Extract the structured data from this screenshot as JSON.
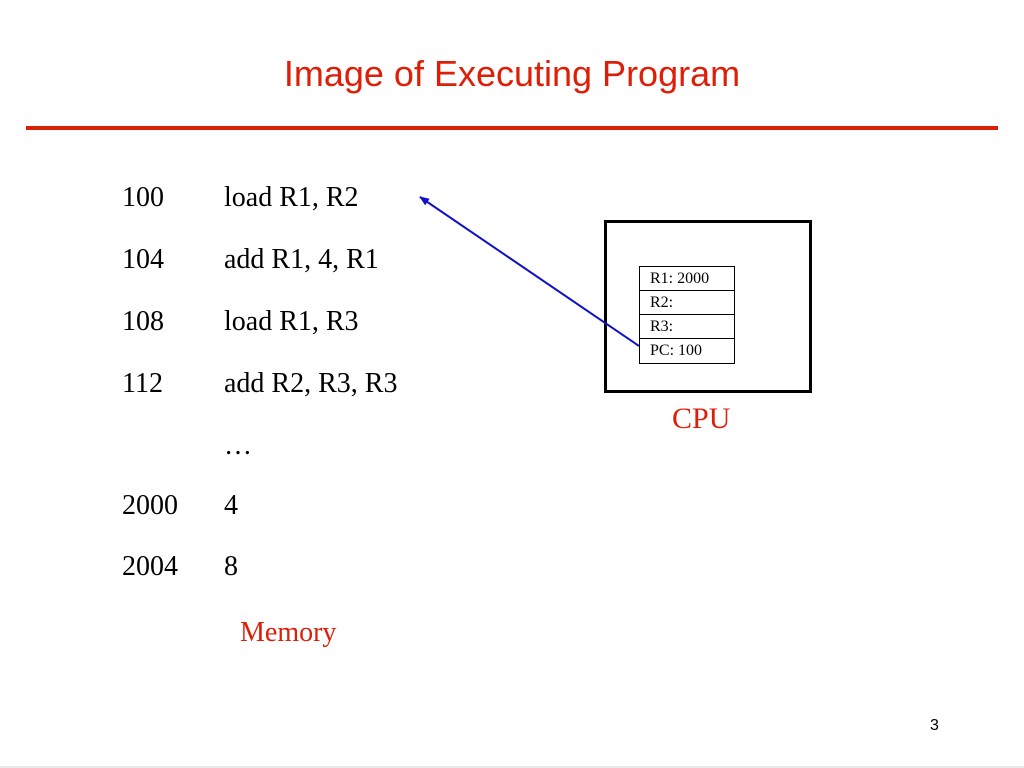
{
  "slide": {
    "title": "Image of Executing Program",
    "page_number": "3"
  },
  "memory": {
    "rows": [
      {
        "address": "100",
        "value": "load R1, R2"
      },
      {
        "address": "104",
        "value": "add R1, 4, R1"
      },
      {
        "address": "108",
        "value": "load R1, R3"
      },
      {
        "address": "112",
        "value": "add R2, R3, R3"
      },
      {
        "address": "",
        "value": "…"
      },
      {
        "address": "2000",
        "value": "4"
      },
      {
        "address": "2004",
        "value": "8"
      }
    ],
    "label": "Memory"
  },
  "cpu": {
    "label": "CPU",
    "registers": [
      "R1: 2000",
      "R2:",
      "R3:",
      "PC: 100"
    ]
  },
  "colors": {
    "accent": "#dd1f07",
    "arrow": "#1010c8",
    "text": "#000000"
  }
}
